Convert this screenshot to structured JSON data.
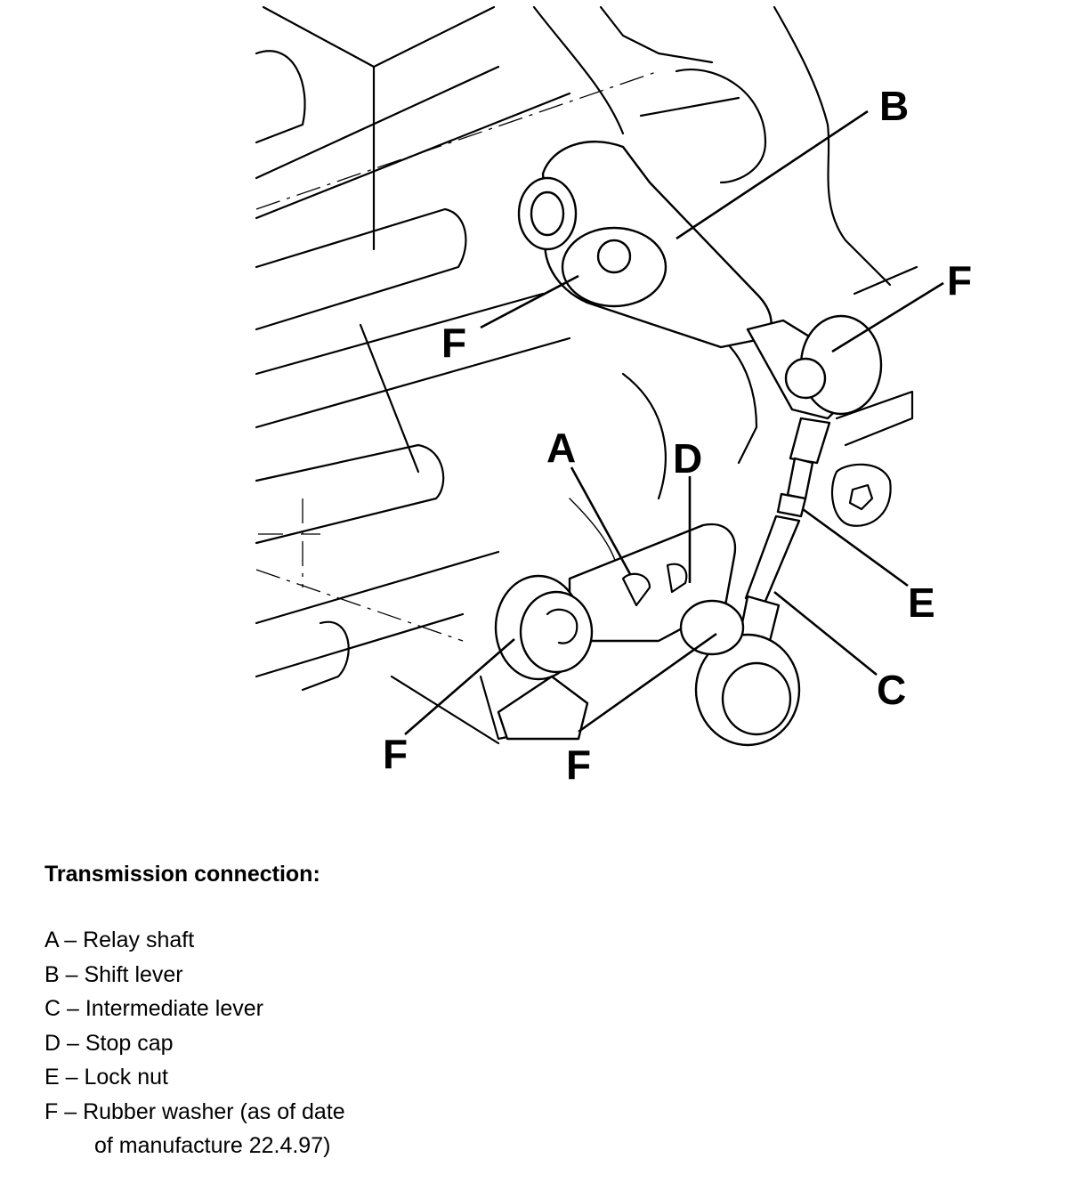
{
  "callouts": {
    "a": "A",
    "b": "B",
    "c": "C",
    "d": "D",
    "e": "E",
    "f1": "F",
    "f2": "F",
    "f3": "F",
    "f4": "F"
  },
  "caption": {
    "title": "Transmission connection:",
    "legend": [
      "A – Relay shaft",
      "B – Shift lever",
      "C – Intermediate lever",
      "D – Stop cap",
      "E – Lock nut",
      "F – Rubber washer (as of date"
    ],
    "legend_cont": "of manufacture 22.4.97)"
  }
}
